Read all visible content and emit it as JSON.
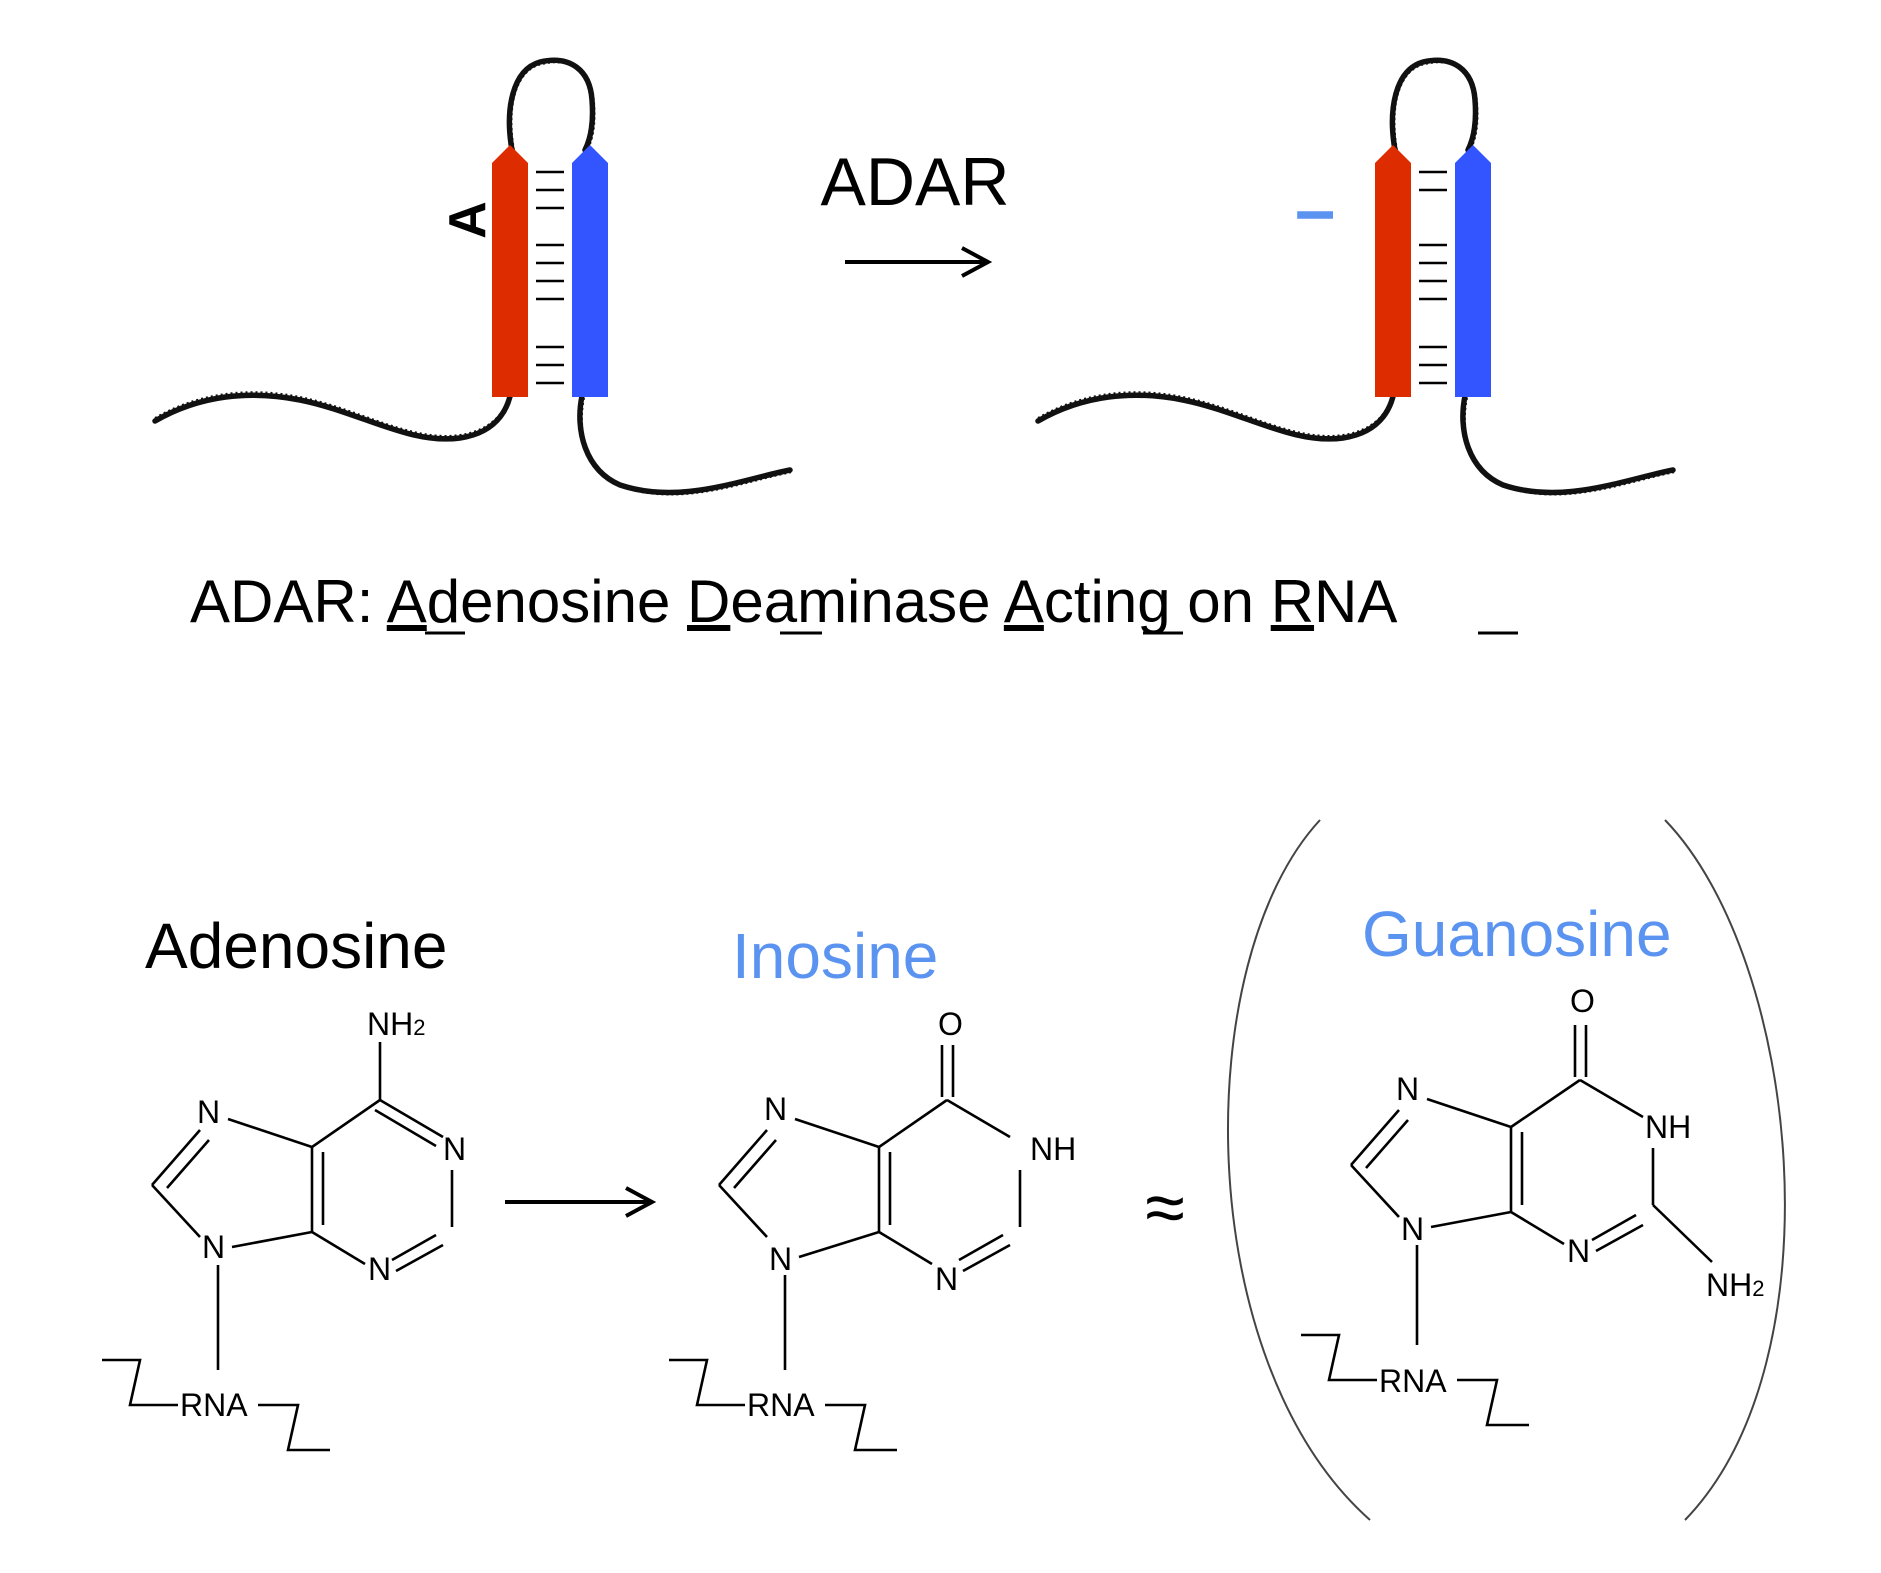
{
  "top": {
    "reaction_label": "ADAR",
    "left_base": "A",
    "right_base": "I",
    "definition": {
      "prefix": "ADAR: ",
      "words": [
        {
          "first": "A",
          "rest": "denosine "
        },
        {
          "first": "D",
          "rest": "eaminase "
        },
        {
          "first": "A",
          "rest": "cting on "
        },
        {
          "first": "R",
          "rest": "NA"
        }
      ]
    }
  },
  "bottom": {
    "adenosine": {
      "name": "Adenosine",
      "substituent": "NH",
      "substituent_sub": "2",
      "atoms": [
        "N",
        "N",
        "N",
        "N"
      ],
      "linker": "RNA"
    },
    "inosine": {
      "name": "Inosine",
      "carbonyl": "O",
      "nh": "NH",
      "atoms": [
        "N",
        "N",
        "N"
      ],
      "linker": "RNA"
    },
    "approx_symbol": "≈",
    "guanosine": {
      "name": "Guanosine",
      "carbonyl": "O",
      "nh": "NH",
      "amine": "NH",
      "amine_sub": "2",
      "atoms": [
        "N",
        "N",
        "N"
      ],
      "linker": "RNA"
    }
  },
  "colors": {
    "red_strand": "#dd2c00",
    "blue_strand": "#3355ff",
    "inosine_blue": "#5b93f0",
    "text": "#000000"
  }
}
